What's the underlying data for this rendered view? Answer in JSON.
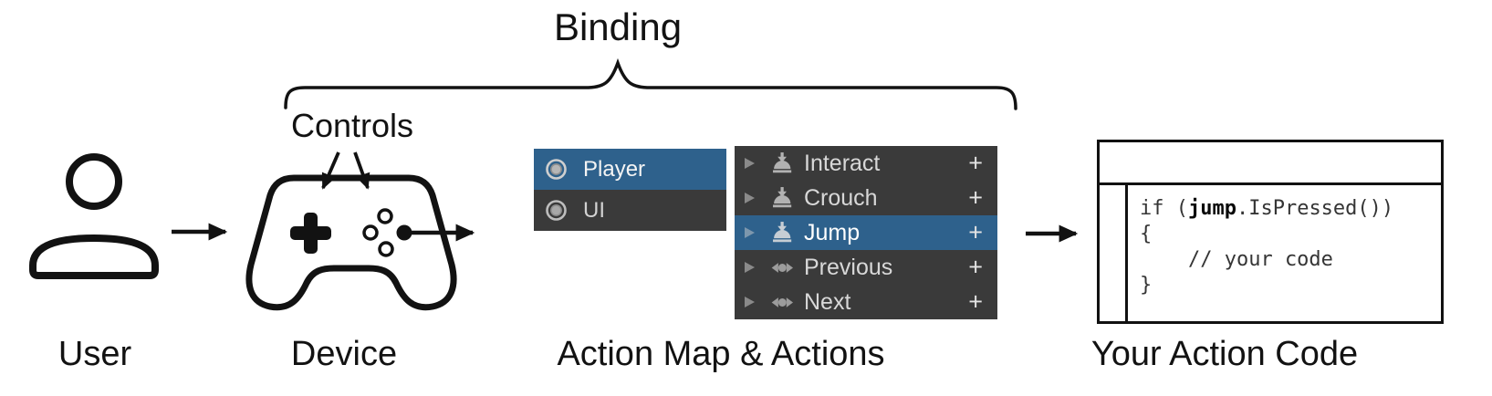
{
  "labels": {
    "binding": "Binding",
    "controls": "Controls",
    "user": "User",
    "device": "Device",
    "action_map": "Action Map & Actions",
    "action_code": "Your Action Code"
  },
  "action_map_panel": {
    "rows": [
      {
        "label": "Player",
        "selected": true
      },
      {
        "label": "UI",
        "selected": false
      }
    ]
  },
  "actions_panel": {
    "rows": [
      {
        "label": "Interact",
        "icon": "button-action-icon",
        "add": "+",
        "selected": false
      },
      {
        "label": "Crouch",
        "icon": "button-action-icon",
        "add": "+",
        "selected": false
      },
      {
        "label": "Jump",
        "icon": "button-action-icon",
        "add": "+",
        "selected": true
      },
      {
        "label": "Previous",
        "icon": "axis-action-icon",
        "add": "+",
        "selected": false
      },
      {
        "label": "Next",
        "icon": "axis-action-icon",
        "add": "+",
        "selected": false
      }
    ]
  },
  "code_panel": {
    "line1_pre": "if (",
    "line1_bold": "jump",
    "line1_post": ".IsPressed())",
    "line2": "{",
    "line3": "    // your code",
    "line4": "}"
  },
  "colors": {
    "selection_blue": "#2e618c",
    "panel_dark": "#3a3a3a",
    "icon_gray": "#b2b2b2",
    "line_black": "#121212"
  }
}
